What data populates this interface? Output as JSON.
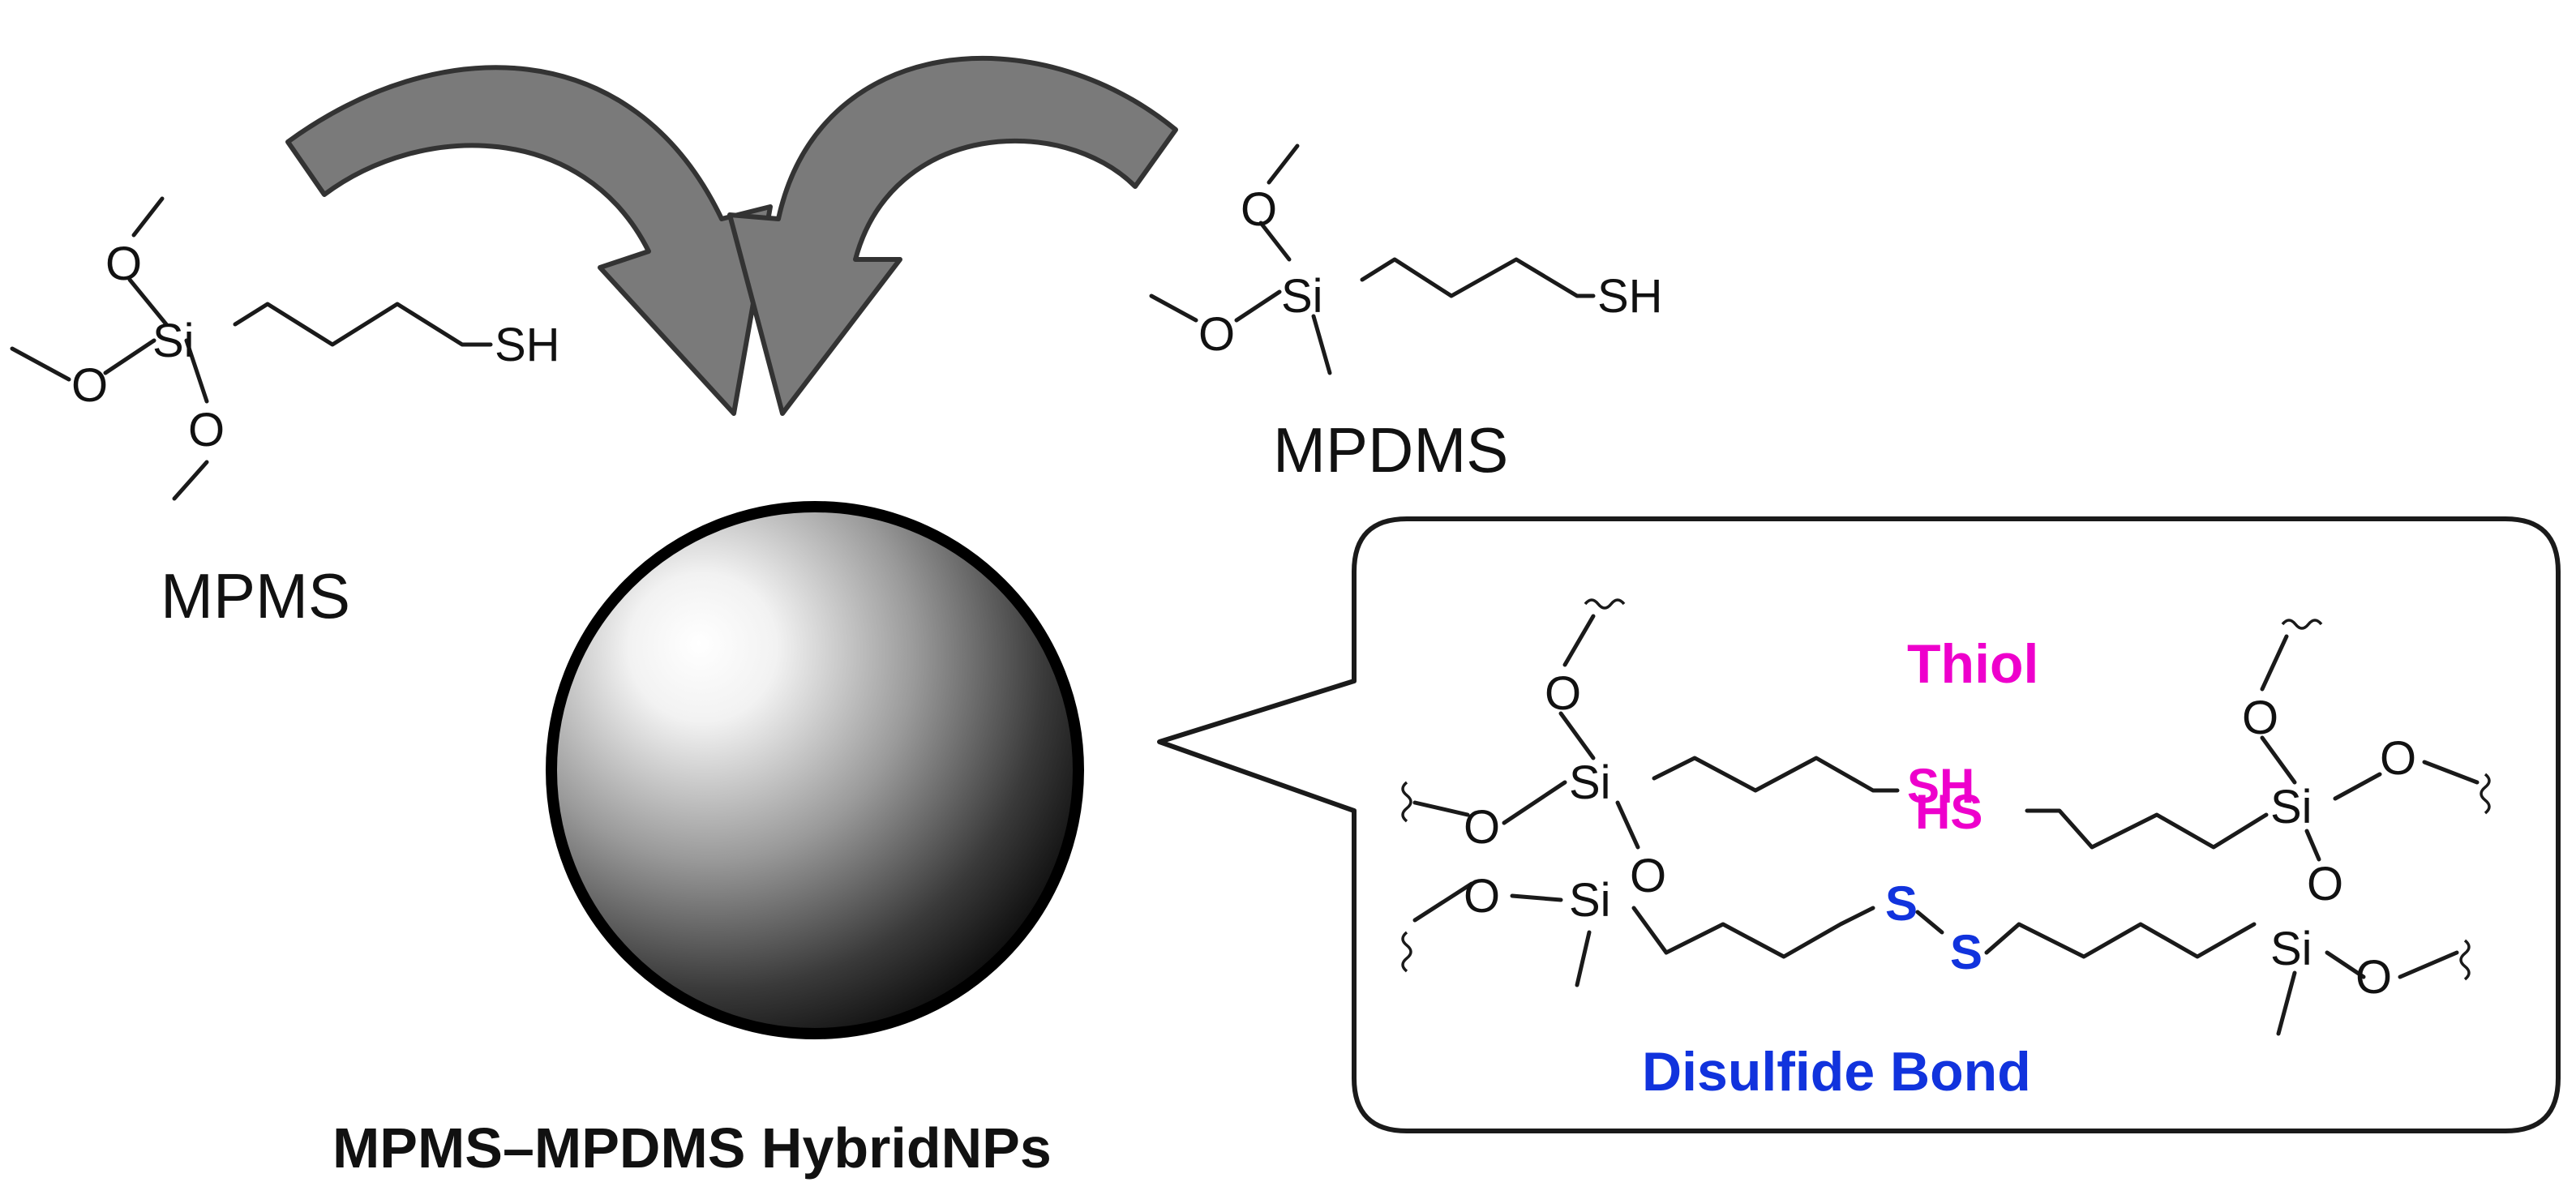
{
  "molecules": {
    "mpms": {
      "si": "Si",
      "o": "O",
      "sh": "SH",
      "name": "MPMS"
    },
    "mpdms": {
      "si": "Si",
      "o": "O",
      "sh": "SH",
      "name": "MPDMS"
    }
  },
  "nanoparticle": {
    "caption": "MPMS–MPDMS HybridNPs"
  },
  "callout": {
    "thiol_label": "Thiol",
    "disulfide_label": "Disulfide Bond",
    "si": "Si",
    "o": "O",
    "sh": "SH",
    "hs": "HS",
    "s": "S"
  },
  "colors": {
    "thiol": "#ee00cc",
    "disulfide": "#1133dd",
    "arrow_fill": "#7a7a7a",
    "arrow_stroke": "#333333"
  }
}
